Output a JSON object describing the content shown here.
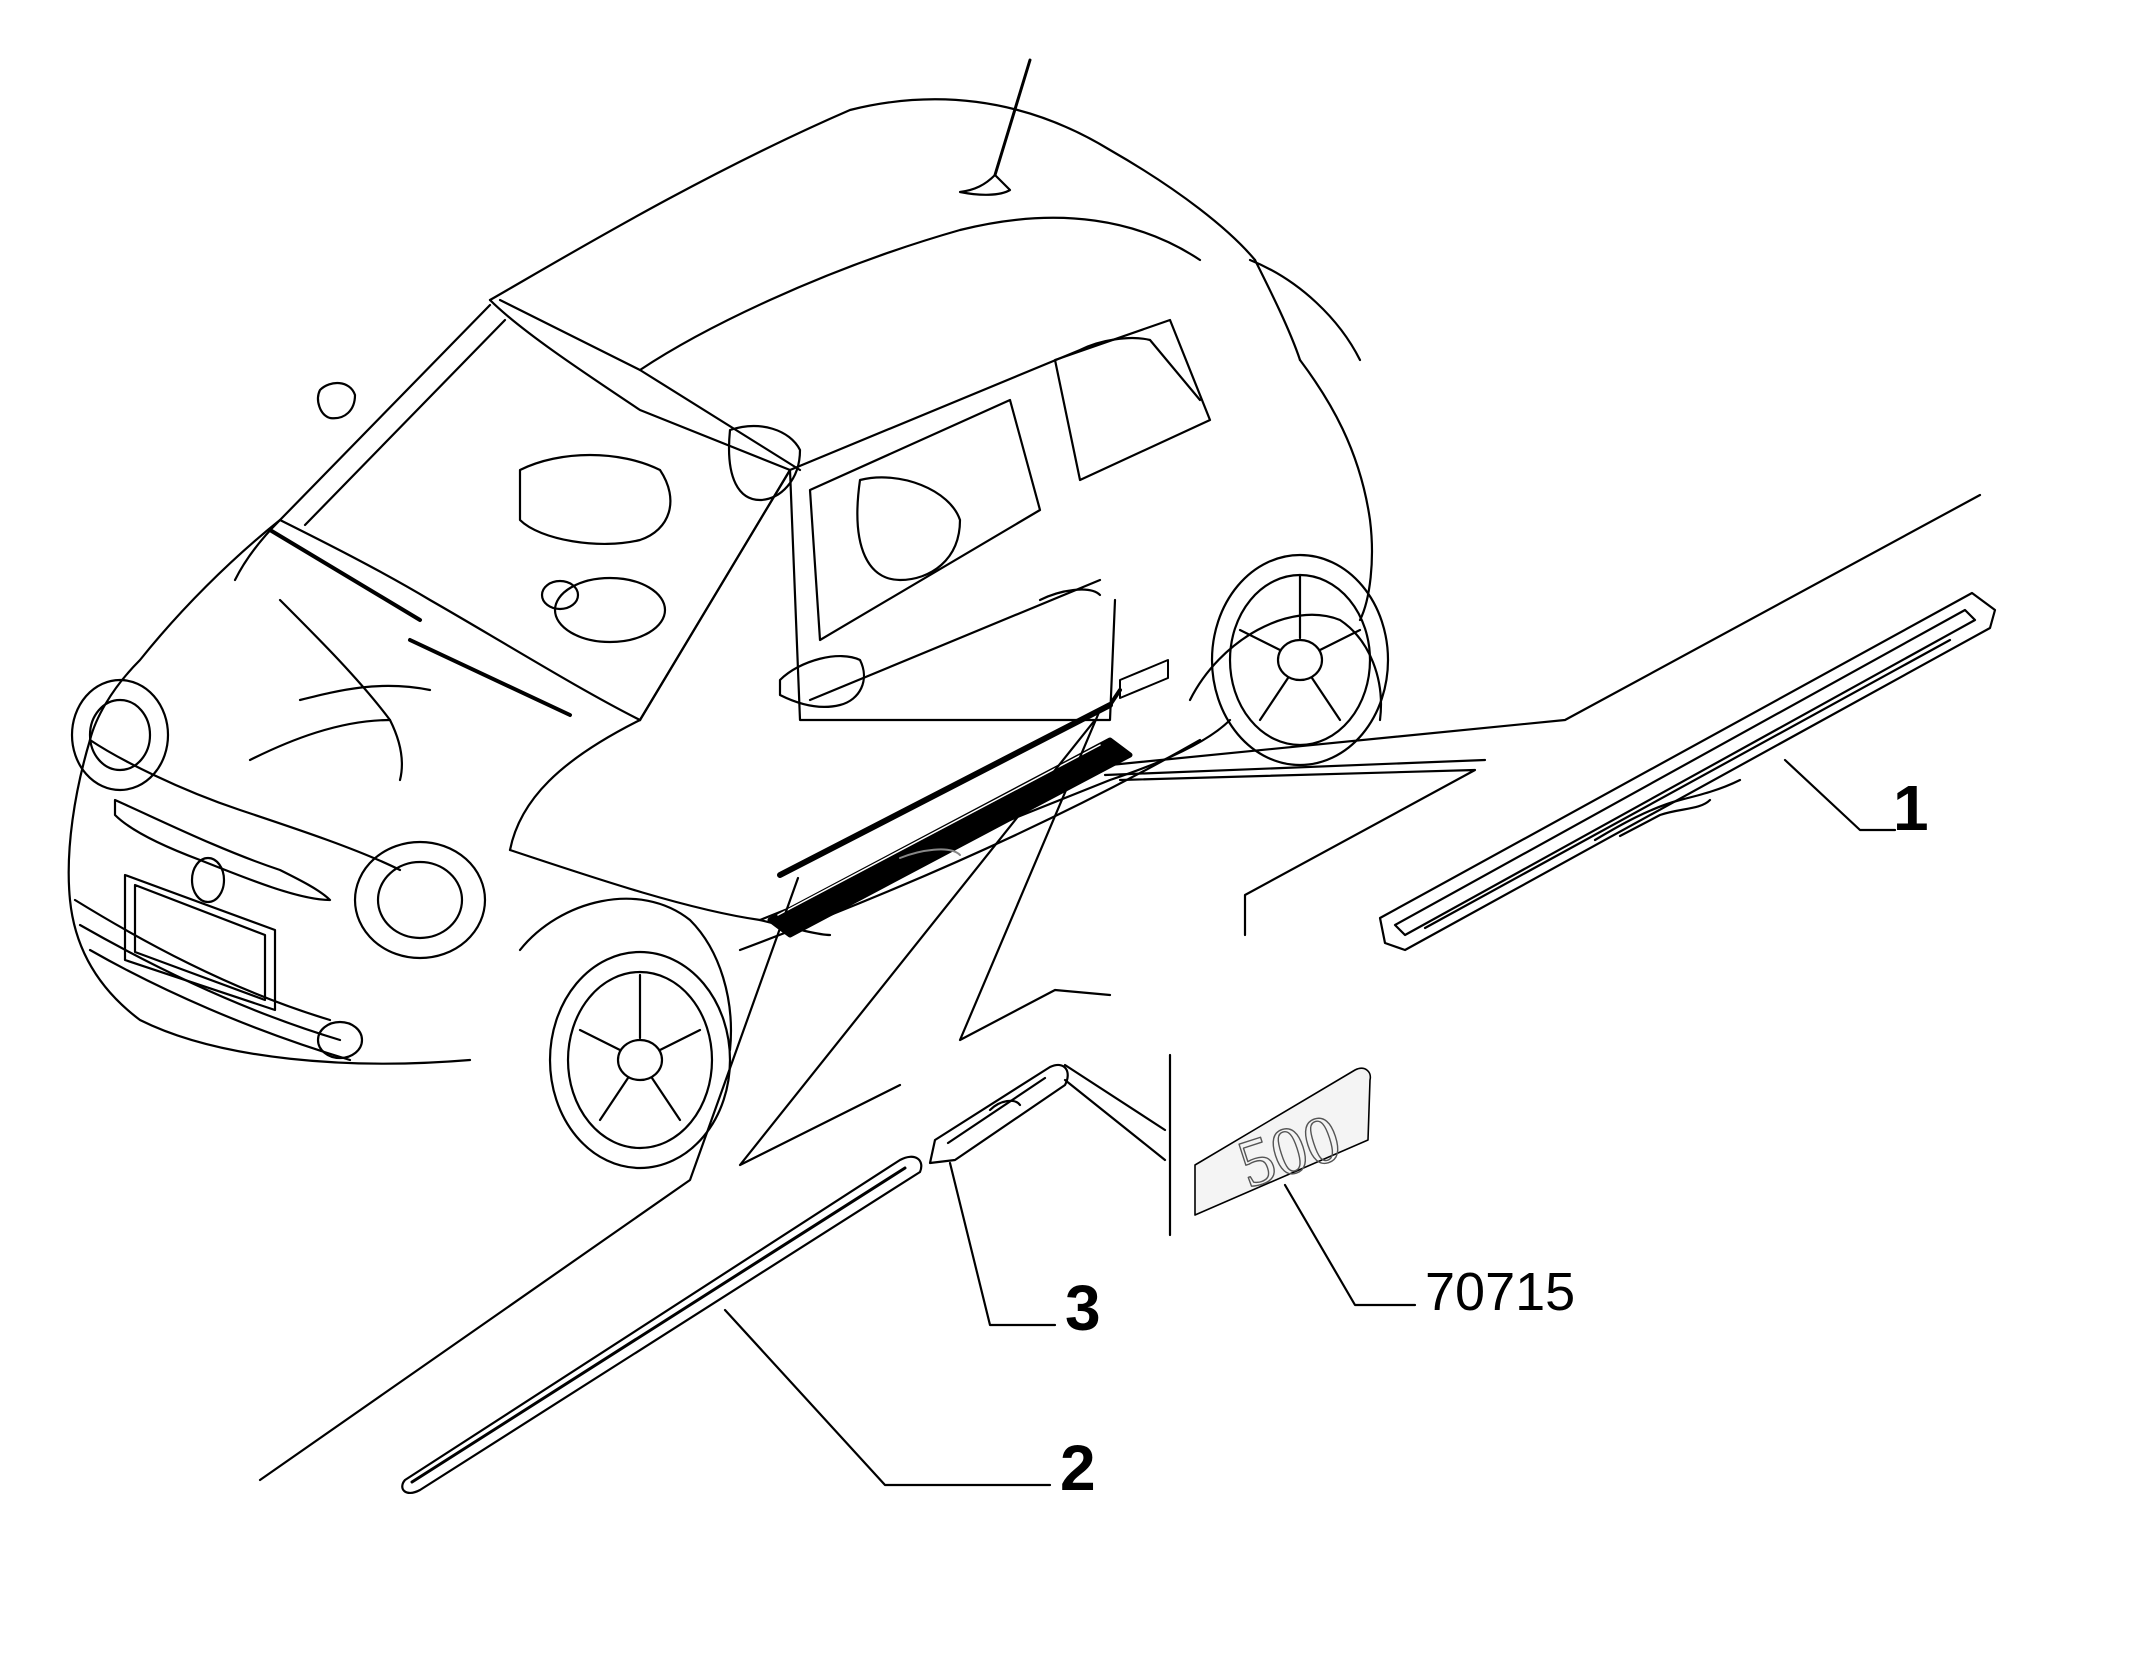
{
  "callouts": [
    {
      "id": "1",
      "label": "1"
    },
    {
      "id": "2",
      "label": "2"
    },
    {
      "id": "3",
      "label": "3"
    },
    {
      "id": "70715",
      "label": "70715"
    }
  ],
  "badge": {
    "text": "500"
  },
  "colors": {
    "ink": "#000000",
    "paper": "#ffffff",
    "badge_bg": "#f4f4f4"
  }
}
